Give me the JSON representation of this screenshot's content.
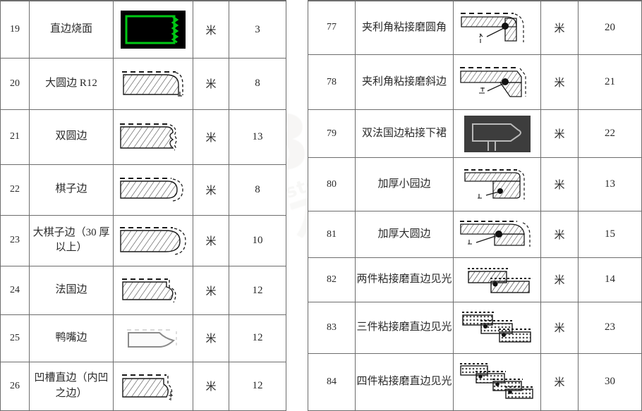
{
  "document": {
    "type": "price-table",
    "watermark": {
      "number": "139",
      "cn": "石材网",
      "url": "www.stone139.com"
    }
  },
  "colors": {
    "grid_line": "#6d6d6d",
    "text": "#2f3437",
    "figure_ink": "#1a1a1a",
    "figure_hatch": "#3a3a3a",
    "green_accent": "#00c814",
    "dark_panel": "#3d3d3d",
    "black_panel": "#000000"
  },
  "left_table": {
    "columns": [
      "no",
      "name",
      "figure",
      "unit",
      "price"
    ],
    "rows": [
      {
        "no": "19",
        "name": "直边烧面",
        "unit": "米",
        "price": "3",
        "figure": "green-zigzag-panel"
      },
      {
        "no": "20",
        "name": "大圆边 R12",
        "unit": "米",
        "price": "8",
        "figure": "big-round-edge"
      },
      {
        "no": "21",
        "name": "双圆边",
        "unit": "米",
        "price": "13",
        "figure": "double-round-edge"
      },
      {
        "no": "22",
        "name": "棋子边",
        "unit": "米",
        "price": "8",
        "figure": "bullnose-edge"
      },
      {
        "no": "23",
        "name": "大棋子边（30 厚以上）",
        "unit": "米",
        "price": "10",
        "figure": "big-bullnose-edge"
      },
      {
        "no": "24",
        "name": "法国边",
        "unit": "米",
        "price": "12",
        "figure": "french-edge"
      },
      {
        "no": "25",
        "name": "鸭嘴边",
        "unit": "米",
        "price": "12",
        "figure": "duckbill-edge"
      },
      {
        "no": "26",
        "name": "凹槽直边（内凹之边）",
        "unit": "米",
        "price": "12",
        "figure": "groove-straight-edge"
      }
    ]
  },
  "right_table": {
    "columns": [
      "no",
      "name",
      "figure",
      "unit",
      "price"
    ],
    "rows": [
      {
        "no": "77",
        "name": "夹利角粘接磨圆角",
        "unit": "米",
        "price": "20",
        "figure": "mitre-glued-round-corner"
      },
      {
        "no": "78",
        "name": "夹利角粘接磨斜边",
        "unit": "米",
        "price": "21",
        "figure": "mitre-glued-bevel-edge"
      },
      {
        "no": "79",
        "name": "双法国边粘接下裙",
        "unit": "米",
        "price": "22",
        "figure": "double-french-skirt-panel"
      },
      {
        "no": "80",
        "name": "加厚小园边",
        "unit": "米",
        "price": "13",
        "figure": "thick-small-round-edge"
      },
      {
        "no": "81",
        "name": "加厚大圆边",
        "unit": "米",
        "price": "15",
        "figure": "thick-big-round-edge"
      },
      {
        "no": "82",
        "name": "两件粘接磨直边见光",
        "unit": "米",
        "price": "14",
        "figure": "two-piece-glued-stack"
      },
      {
        "no": "83",
        "name": "三件粘接磨直边见光",
        "unit": "米",
        "price": "23",
        "figure": "three-piece-glued-stack"
      },
      {
        "no": "84",
        "name": "四件粘接磨直边见光",
        "unit": "米",
        "price": "30",
        "figure": "four-piece-glued-stack"
      }
    ]
  }
}
